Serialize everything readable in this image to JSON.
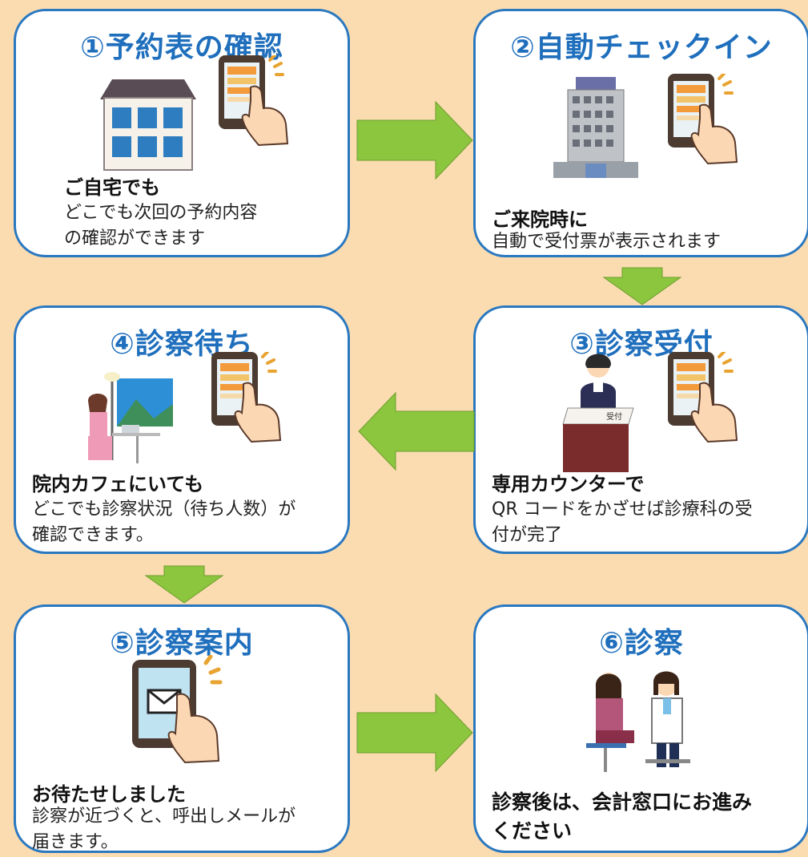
{
  "colors": {
    "background": "#fbdcb0",
    "card_border": "#2a78c0",
    "title": "#1f6fbd",
    "arrow": "#8cc63f"
  },
  "steps": [
    {
      "title": "①予約表の確認",
      "heading": "ご自宅でも",
      "body": "どこでも次回の予約内容\nの確認ができます",
      "illustration": "house-icon"
    },
    {
      "title": "②自動チェックイン",
      "heading": "ご来院時に",
      "body": "自動で受付票が表示されます",
      "illustration": "hospital-building-icon"
    },
    {
      "title": "③診察受付",
      "heading": "専用カウンターで",
      "body": "QR コードをかざせば診療科の受\n付が完了",
      "illustration": "reception-desk-icon",
      "desk_label": "受付"
    },
    {
      "title": "④診察待ち",
      "heading": "院内カフェにいても",
      "body": "どこでも診察状況（待ち人数）が\n確認できます。",
      "illustration": "cafe-waiting-icon"
    },
    {
      "title": "⑤診察案内",
      "heading": "お待たせしました",
      "body": "診察が近づくと、呼出しメールが\n届きます。",
      "illustration": "mail-phone-icon"
    },
    {
      "title": "⑥診察",
      "heading": "",
      "body": "診察後は、会計窓口にお進み\nください",
      "illustration": "doctor-consultation-icon"
    }
  ]
}
